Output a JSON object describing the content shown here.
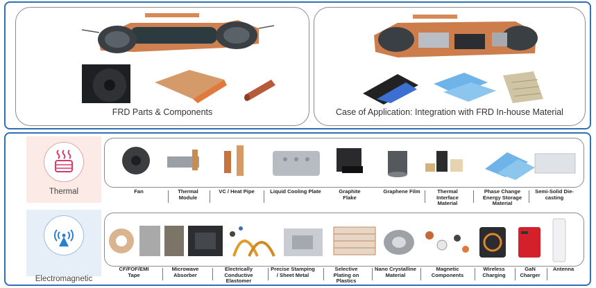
{
  "top": {
    "left_caption": "FRD Parts & Components",
    "right_caption": "Case of Application: Integration with FRD In-house Material"
  },
  "thermal": {
    "label": "Thermal",
    "items": [
      "Fan",
      "Thermal Module",
      "VC / Heat Pipe",
      "Liquid Cooling Plate",
      "Graphite Flake",
      "Graphene Film",
      "Thermal Interface Material",
      "Phase Change Energy Storage Material",
      "Semi-Solid Die-casting"
    ]
  },
  "electromagnetic": {
    "label": "Electromagnetic",
    "items": [
      "CF/FOF/EMI Tape",
      "Microwave Absorber",
      "Electrically Conductive Elastomer",
      "Precise Stamping / Sheet Metal",
      "Selective Plating on Plastics",
      "Nano Crystalline Material",
      "Magnetic Components",
      "Wireless Charging",
      "GaN Charger",
      "Antenna"
    ]
  },
  "colors": {
    "frame": "#2f6fb3",
    "thermal_bg": "#fbeae6",
    "em_bg": "#e6eef8",
    "copper": "#c8733e",
    "thermal_icon": "#d23c6a",
    "em_icon": "#2a7fd4"
  }
}
